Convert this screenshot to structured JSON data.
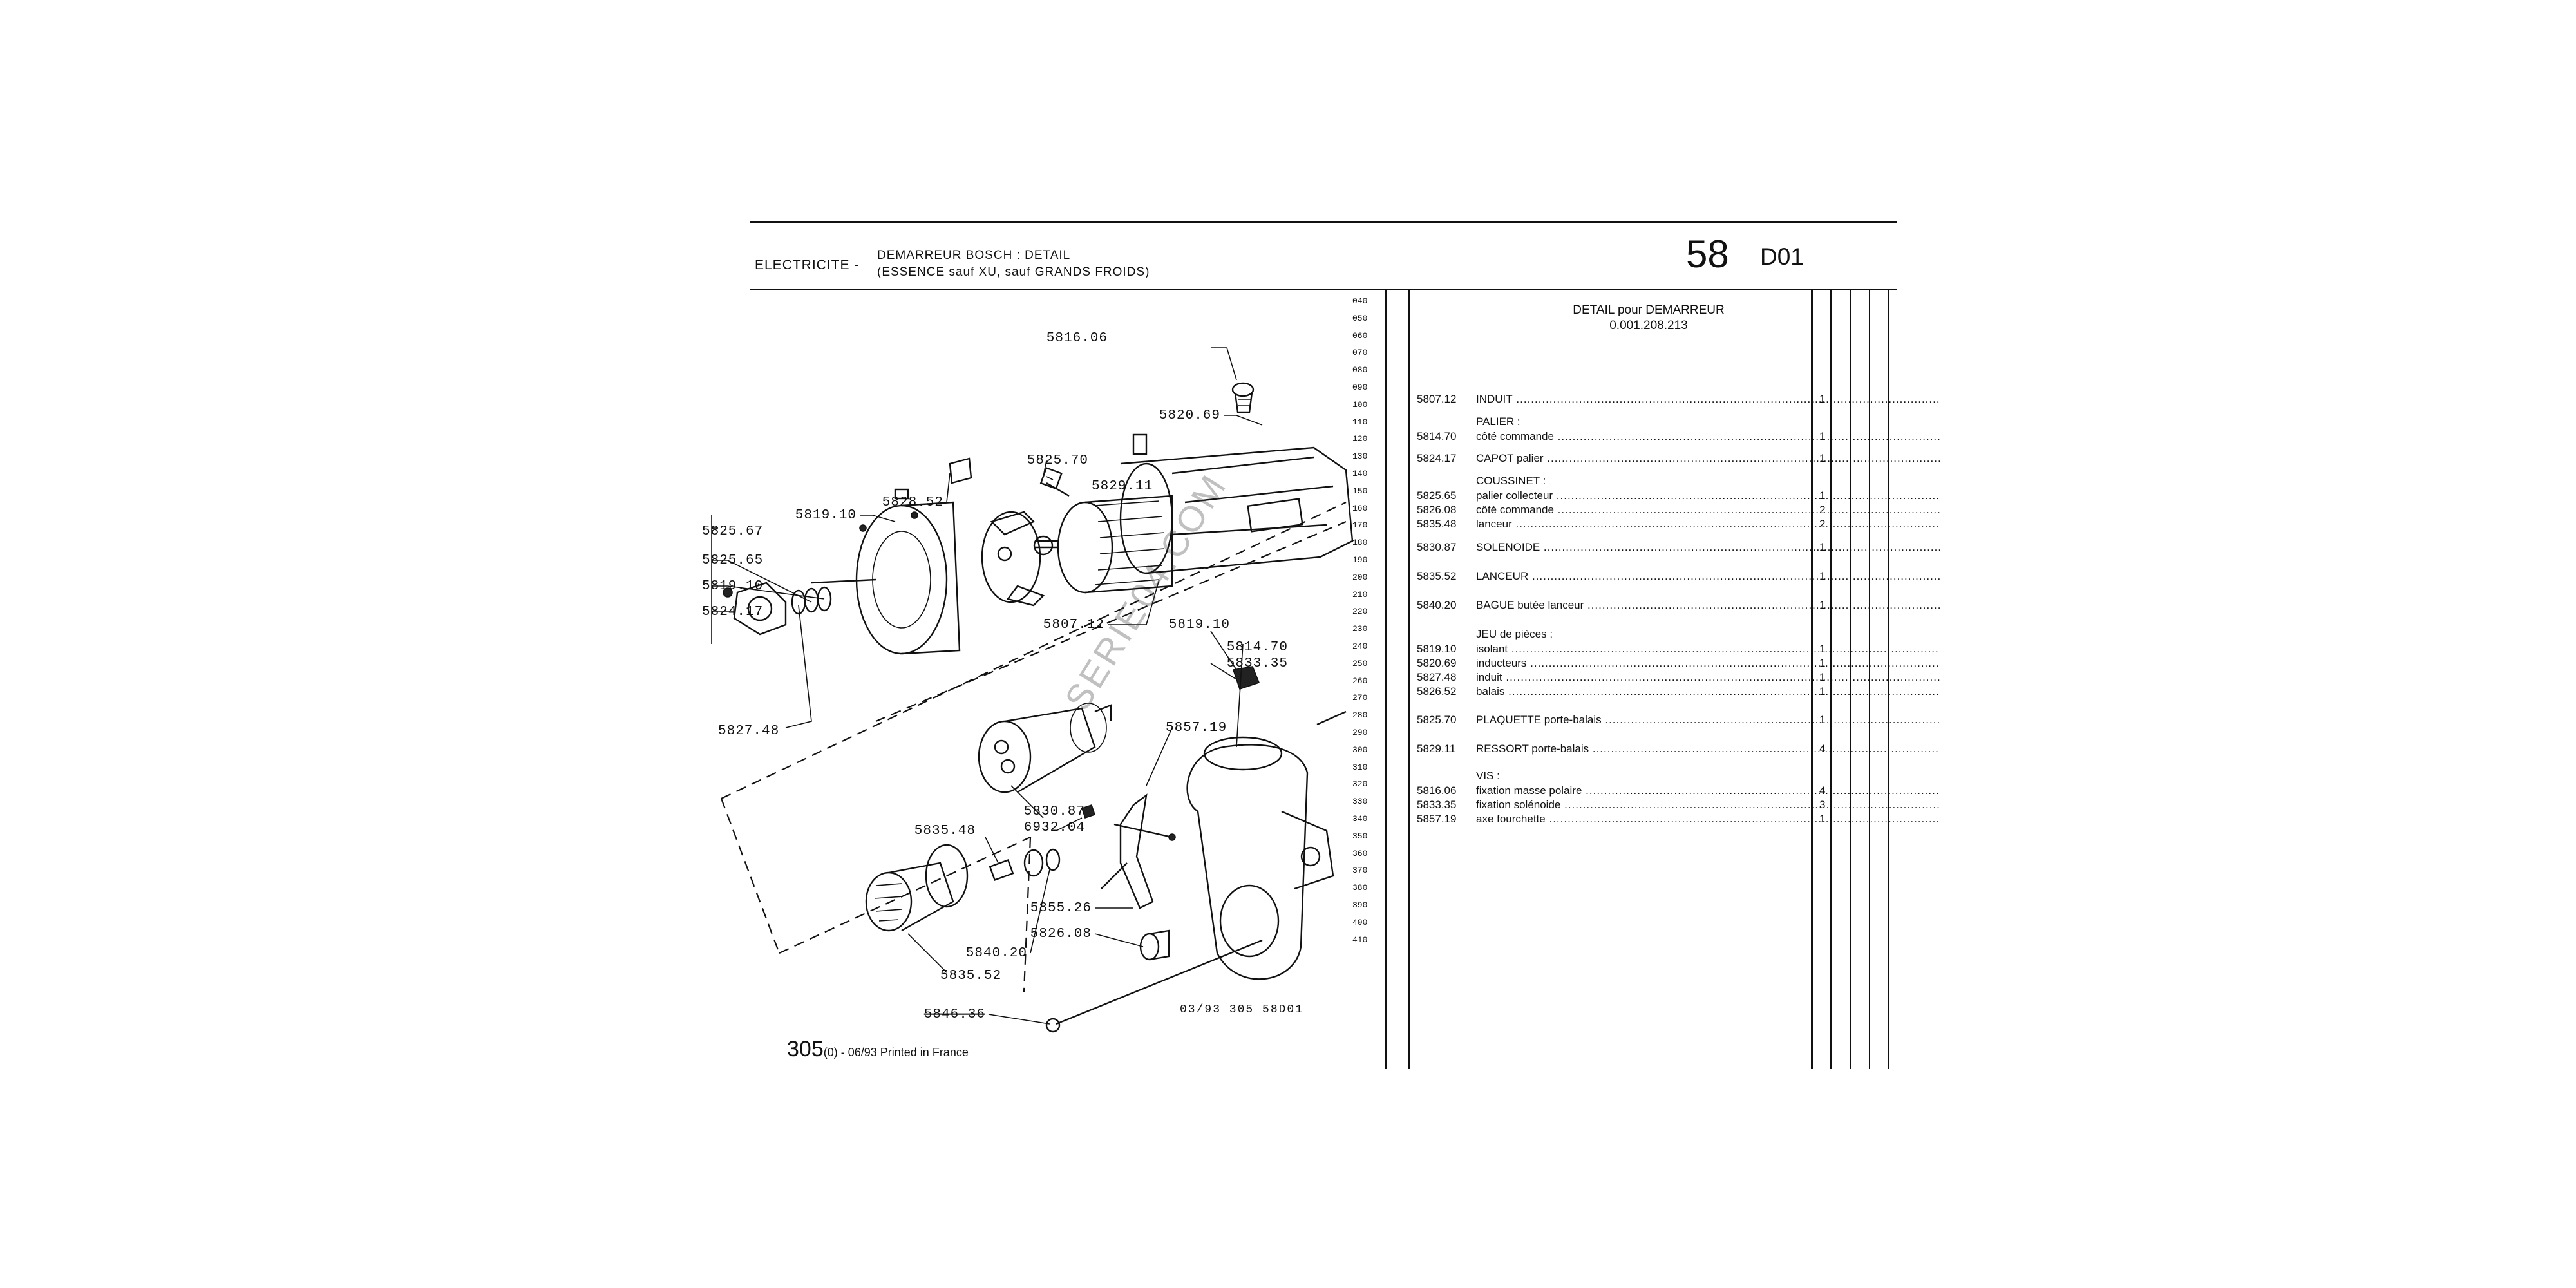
{
  "header": {
    "section": "ELECTRICITE -",
    "title": "DEMARREUR BOSCH : DETAIL",
    "subtitle": "(ESSENCE sauf XU, sauf GRANDS FROIDS)",
    "page_number": "58",
    "page_code": "D01"
  },
  "ruler": [
    "040",
    "050",
    "060",
    "070",
    "080",
    "090",
    "100",
    "110",
    "120",
    "130",
    "140",
    "150",
    "160",
    "170",
    "180",
    "190",
    "200",
    "210",
    "220",
    "230",
    "240",
    "250",
    "260",
    "270",
    "280",
    "290",
    "300",
    "310",
    "320",
    "330",
    "340",
    "350",
    "360",
    "370",
    "380",
    "390",
    "400",
    "410"
  ],
  "diagram_labels": {
    "l5816_06": "5816.06",
    "l5820_69": "5820.69",
    "l5825_70": "5825.70",
    "l5829_11": "5829.11",
    "l5828_52": "5828.52",
    "l5819_10a": "5819.10",
    "l5825_67": "5825.67",
    "l5825_65": "5825.65",
    "l5819_10b": "5819.10",
    "l5824_17": "5824.17",
    "l5807_12": "5807.12",
    "l5819_10c": "5819.10",
    "l5814_70": "5814.70",
    "l5833_35": "5833.35",
    "l5827_48": "5827.48",
    "l5857_19": "5857.19",
    "l5830_87": "5830.87",
    "l6932_04": "6932.04",
    "l5835_48": "5835.48",
    "l5855_26": "5855.26",
    "l5826_08": "5826.08",
    "l5840_20": "5840.20",
    "l5835_52": "5835.52",
    "l5846_36": "5846.36"
  },
  "watermark": "SERIE04.COM",
  "parts_panel": {
    "title": "DETAIL pour DEMARREUR",
    "model": "0.001.208.213",
    "rows": [
      {
        "ref": "5807.12",
        "desc": "INDUIT",
        "qty": "1"
      },
      {
        "group": "PALIER :"
      },
      {
        "ref": "5814.70",
        "desc": "côté commande",
        "qty": "1"
      },
      {
        "ref": "5824.17",
        "desc": "CAPOT palier",
        "qty": "1"
      },
      {
        "group": "COUSSINET :"
      },
      {
        "ref": "5825.65",
        "desc": "palier collecteur",
        "qty": "1"
      },
      {
        "ref": "5826.08",
        "desc": "côté commande",
        "qty": "2"
      },
      {
        "ref": "5835.48",
        "desc": "lanceur",
        "qty": "2"
      },
      {
        "ref": "5830.87",
        "desc": "SOLENOIDE",
        "qty": "1"
      },
      {
        "ref": "5835.52",
        "desc": "LANCEUR",
        "qty": "1"
      },
      {
        "ref": "5840.20",
        "desc": "BAGUE butée lanceur",
        "qty": "1"
      },
      {
        "group": "JEU de pièces :"
      },
      {
        "ref": "5819.10",
        "desc": "isolant",
        "qty": "1"
      },
      {
        "ref": "5820.69",
        "desc": "inducteurs",
        "qty": "1"
      },
      {
        "ref": "5827.48",
        "desc": "induit",
        "qty": "1"
      },
      {
        "ref": "5826.52",
        "desc": "balais",
        "qty": "1"
      },
      {
        "ref": "5825.70",
        "desc": "PLAQUETTE porte-balais",
        "qty": "1"
      },
      {
        "ref": "5829.11",
        "desc": "RESSORT porte-balais",
        "qty": "4"
      },
      {
        "group": "VIS :"
      },
      {
        "ref": "5816.06",
        "desc": "fixation masse polaire",
        "qty": "4"
      },
      {
        "ref": "5833.35",
        "desc": "fixation solénoide",
        "qty": "3"
      },
      {
        "ref": "5857.19",
        "desc": "axe fourchette",
        "qty": "1"
      }
    ]
  },
  "footer": {
    "page": "305",
    "page_suffix": "(0)",
    "printed": " - 06/93 Printed in France",
    "code": "03/93  305  58D01"
  }
}
